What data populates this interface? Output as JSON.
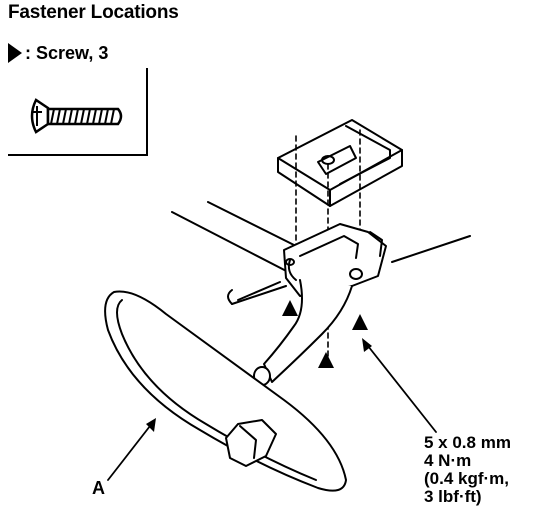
{
  "title": "Fastener Locations",
  "legend": {
    "symbol": "filled-triangle",
    "text": ": Screw, 3"
  },
  "fastener_spec": {
    "size": "5 x 0.8 mm",
    "torque_nm": "4 N·m",
    "torque_kgfm": "(0.4 kgf·m,",
    "torque_lbfft": "3 lbf·ft)"
  },
  "callouts": {
    "a": "A"
  },
  "colors": {
    "ink": "#000000",
    "paper": "#ffffff"
  }
}
